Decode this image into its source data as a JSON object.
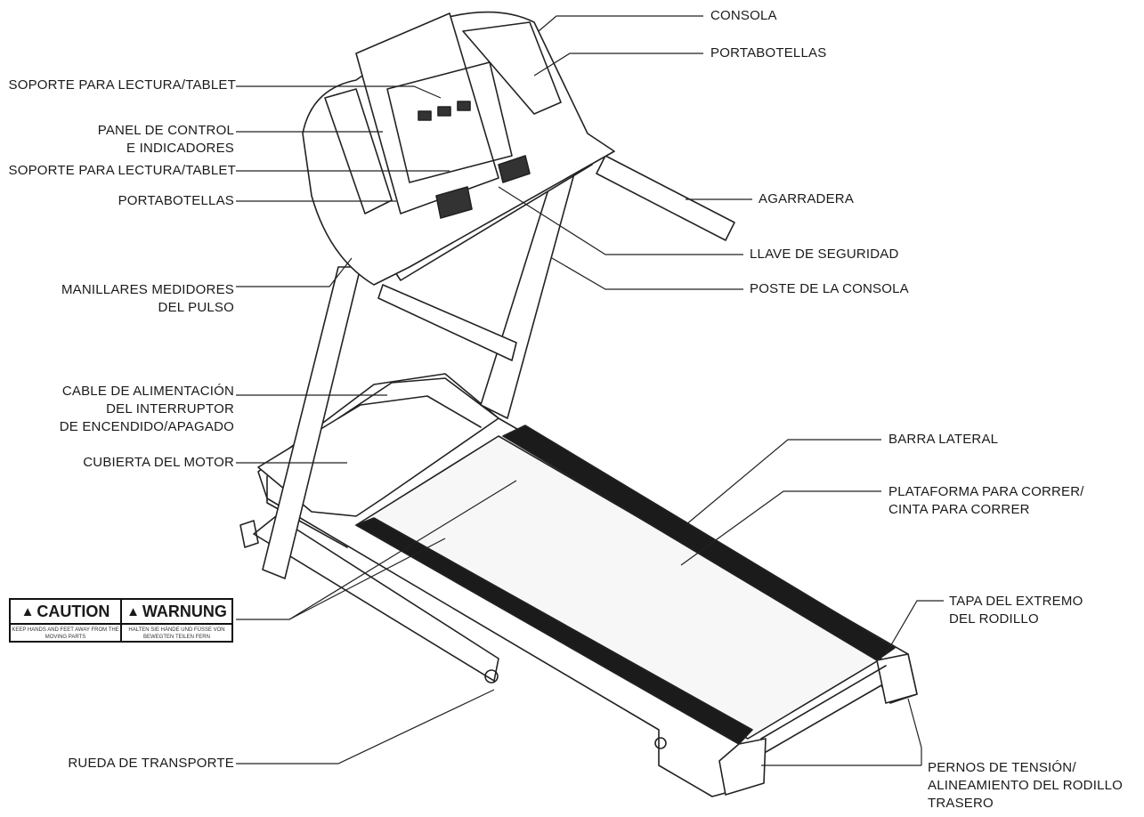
{
  "labels_left": [
    {
      "id": "lectura1",
      "lines": [
        "SOPORTE PARA LECTURA/TABLET"
      ]
    },
    {
      "id": "panel",
      "lines": [
        "PANEL DE CONTROL",
        "E INDICADORES"
      ]
    },
    {
      "id": "lectura2",
      "lines": [
        "SOPORTE PARA LECTURA/TABLET"
      ]
    },
    {
      "id": "porta_left",
      "lines": [
        "PORTABOTELLAS"
      ]
    },
    {
      "id": "manillares",
      "lines": [
        "MANILLARES MEDIDORES",
        "DEL PULSO"
      ]
    },
    {
      "id": "cable",
      "lines": [
        "CABLE DE ALIMENTACIÓN",
        "DEL INTERRUPTOR",
        "DE ENCENDIDO/APAGADO"
      ]
    },
    {
      "id": "cubierta",
      "lines": [
        "CUBIERTA DEL MOTOR"
      ]
    },
    {
      "id": "rueda",
      "lines": [
        "RUEDA DE TRANSPORTE"
      ]
    }
  ],
  "labels_right": [
    {
      "id": "consola",
      "lines": [
        "CONSOLA"
      ]
    },
    {
      "id": "porta_right",
      "lines": [
        "PORTABOTELLAS"
      ]
    },
    {
      "id": "agarradera",
      "lines": [
        "AGARRADERA"
      ]
    },
    {
      "id": "llave",
      "lines": [
        "LLAVE DE SEGURIDAD"
      ]
    },
    {
      "id": "poste",
      "lines": [
        "POSTE DE LA CONSOLA"
      ]
    },
    {
      "id": "barra",
      "lines": [
        "BARRA LATERAL"
      ]
    },
    {
      "id": "plataforma",
      "lines": [
        "PLATAFORMA PARA CORRER/",
        "CINTA PARA CORRER"
      ]
    },
    {
      "id": "tapa",
      "lines": [
        "TAPA DEL EXTREMO",
        "DEL RODILLO"
      ]
    },
    {
      "id": "pernos",
      "lines": [
        "PERNOS DE TENSIÓN/",
        "ALINEAMIENTO DEL RODILLO",
        "TRASERO"
      ]
    }
  ],
  "warning_label": {
    "caution_title": "CAUTION",
    "caution_text": "KEEP HANDS AND FEET AWAY FROM THE MOVING PARTS",
    "warnung_title": "WARNUNG",
    "warnung_text": "HALTEN SIE HÄNDE UND FÜSSE VON BEWEGTEN TEILEN FERN"
  }
}
